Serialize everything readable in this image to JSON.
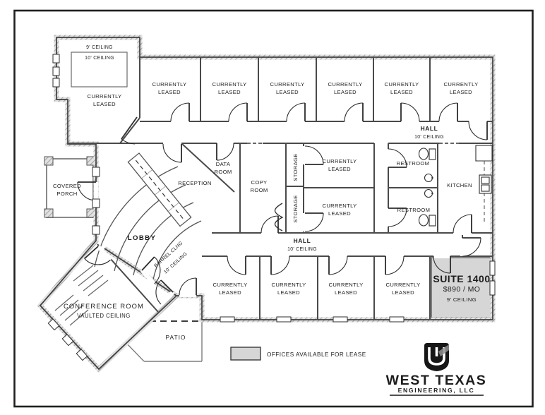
{
  "plan": {
    "labels": {
      "currently": "CURRENTLY",
      "leased": "LEASED",
      "hall": "HALL",
      "ceiling_10": "10' CEILING",
      "ceiling_9": "9' CEILING",
      "data_room_1": "DATA",
      "data_room_2": "ROOM",
      "copy_room_1": "COPY",
      "copy_room_2": "ROOM",
      "storage": "STORAGE",
      "reception": "RECEPTION",
      "lobby": "LOBBY",
      "barrel_1": "BARREL CLNG",
      "barrel_2": "10' CEILING",
      "restroom": "RESTROOM",
      "kitchen": "KITCHEN",
      "covered_porch_1": "COVERED",
      "covered_porch_2": "PORCH",
      "conference_room": "CONFERENCE ROOM",
      "vaulted_ceiling": "VAULTED CEILING",
      "patio": "PATIO"
    },
    "suite": {
      "name": "SUITE 1400",
      "price": "$890 / MO",
      "ceiling": "9' CEILING",
      "fill": "#d6d6d6"
    },
    "legend": {
      "label": "OFFICES AVAILABLE FOR LEASE",
      "swatch_color": "#d6d6d6"
    },
    "logo": {
      "company": "WEST TEXAS",
      "subtitle": "ENGINEERING, LLC"
    },
    "colors": {
      "wall": "#454545",
      "wall_band": "#d9d9d9",
      "available_fill": "#d6d6d6"
    }
  }
}
